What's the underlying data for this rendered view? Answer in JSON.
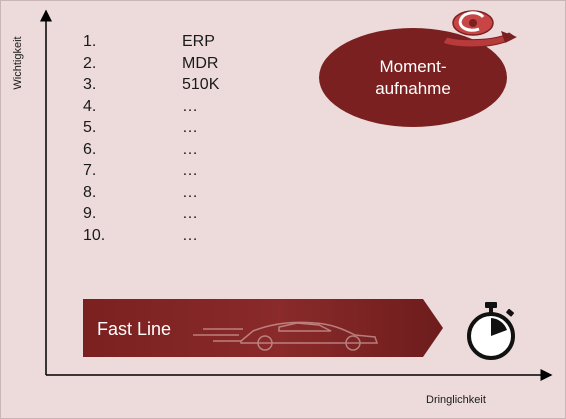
{
  "axis": {
    "y_label": "Wichtigkeit",
    "x_label": "Dringlichkeit"
  },
  "priority_list": [
    {
      "number": "1.",
      "value": "ERP"
    },
    {
      "number": "2.",
      "value": "MDR"
    },
    {
      "number": "3.",
      "value": "510K"
    },
    {
      "number": "4.",
      "value": "…"
    },
    {
      "number": "5.",
      "value": "…"
    },
    {
      "number": "6.",
      "value": "…"
    },
    {
      "number": "7.",
      "value": "…"
    },
    {
      "number": "8.",
      "value": "…"
    },
    {
      "number": "9.",
      "value": "…"
    },
    {
      "number": "10.",
      "value": "…"
    }
  ],
  "snapshot_bubble": {
    "line1": "Moment-",
    "line2": "aufnahme",
    "color": "#7b2020"
  },
  "fast_line": {
    "label": "Fast Line",
    "color": "#7b2020"
  },
  "icons": {
    "top_right": "brand-logo-icon",
    "car": "sports-car-icon",
    "timer": "stopwatch-icon"
  },
  "colors": {
    "background": "#eddbdb",
    "accent": "#7b2020"
  }
}
